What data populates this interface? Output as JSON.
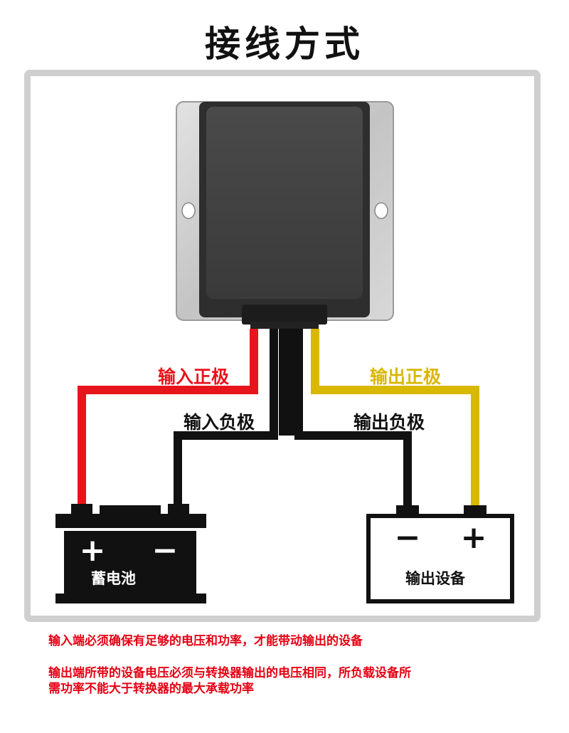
{
  "title": "接线方式",
  "labels": {
    "input_positive": "输入正极",
    "input_negative": "输入负极",
    "output_positive": "输出正极",
    "output_negative": "输出负极"
  },
  "battery": {
    "name": "蓄电池",
    "plus": "+",
    "minus": "−"
  },
  "device": {
    "name": "输出设备",
    "plus": "+",
    "minus": "−"
  },
  "notes": {
    "line1": "输入端必须确保有足够的电压和功率，才能带动输出的设备",
    "line2a": "输出端所带的设备电压必须与转换器输出的电压相同，所负载设备所",
    "line2b": "需功率不能大于转换器的最大承载功率"
  },
  "colors": {
    "red_wire": "#e8141c",
    "black_wire": "#111111",
    "yellow_wire": "#d9b800",
    "note_text": "#e60012"
  }
}
